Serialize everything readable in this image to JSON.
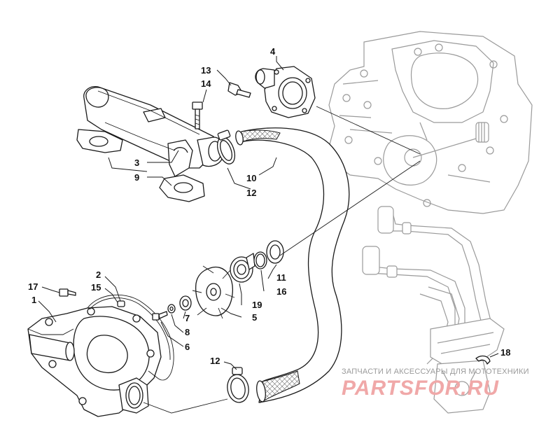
{
  "diagram": {
    "callouts": [
      {
        "id": "c1",
        "text": "1"
      },
      {
        "id": "c2",
        "text": "2"
      },
      {
        "id": "c3",
        "text": "3"
      },
      {
        "id": "c4",
        "text": "4"
      },
      {
        "id": "c5",
        "text": "5"
      },
      {
        "id": "c6",
        "text": "6"
      },
      {
        "id": "c7",
        "text": "7"
      },
      {
        "id": "c8",
        "text": "8"
      },
      {
        "id": "c9",
        "text": "9"
      },
      {
        "id": "c10",
        "text": "10"
      },
      {
        "id": "c11",
        "text": "11"
      },
      {
        "id": "c12a",
        "text": "12"
      },
      {
        "id": "c12b",
        "text": "12"
      },
      {
        "id": "c13",
        "text": "13"
      },
      {
        "id": "c14",
        "text": "14"
      },
      {
        "id": "c15",
        "text": "15"
      },
      {
        "id": "c16",
        "text": "16"
      },
      {
        "id": "c17",
        "text": "17"
      },
      {
        "id": "c18",
        "text": "18"
      },
      {
        "id": "c19",
        "text": "19"
      }
    ]
  },
  "watermark": {
    "caption": "ЗАПЧАСТИ И АКСЕССУАРЫ ДЛЯ МОТОТЕХНИКИ",
    "logo": "PARTSFOR.RU",
    "logo_color": "#f0a8a8"
  }
}
